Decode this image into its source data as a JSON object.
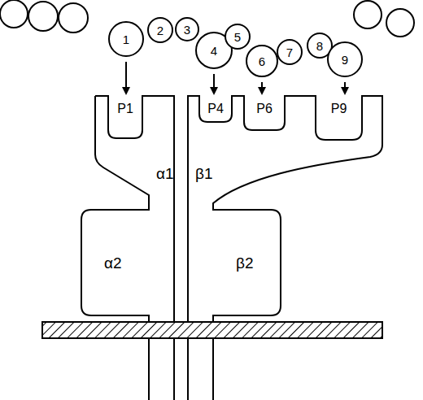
{
  "diagram": {
    "nodes": [
      {
        "text": [
          "1"
        ]
      },
      {
        "text": [
          "2"
        ]
      },
      {
        "text": [
          "3"
        ]
      },
      {
        "text": [
          "4"
        ]
      },
      {
        "text": [
          "5"
        ]
      },
      {
        "text": [
          "6"
        ]
      },
      {
        "text": [
          "7"
        ]
      },
      {
        "text": [
          "8"
        ]
      },
      {
        "text": [
          "9"
        ]
      },
      {
        "text": [
          "P1"
        ]
      },
      {
        "text": [
          "P4"
        ]
      },
      {
        "text": [
          "P6"
        ]
      },
      {
        "text": [
          "P9"
        ]
      }
    ],
    "edges": [
      {
        "from": 0,
        "to": 9,
        "arrow": "to"
      },
      {
        "from": 3,
        "to": 10,
        "arrow": "to"
      },
      {
        "from": 5,
        "to": 11,
        "arrow": "to"
      },
      {
        "from": 8,
        "to": 12,
        "arrow": "to"
      }
    ],
    "labels": [
      "α1",
      "β1",
      "α2",
      "β2"
    ]
  }
}
